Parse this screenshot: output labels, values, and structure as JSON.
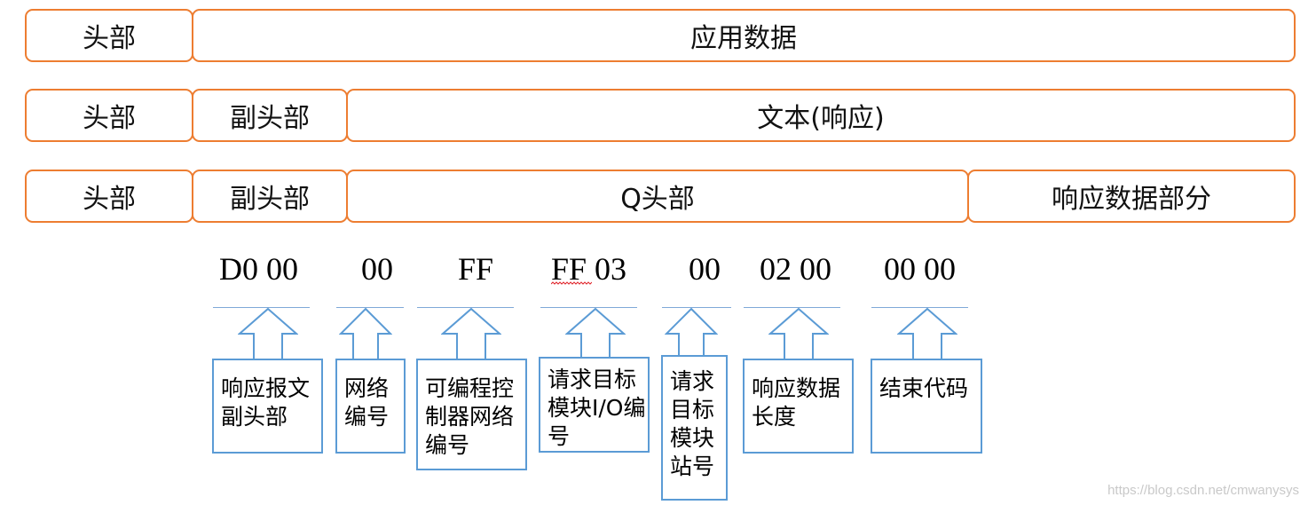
{
  "rows": [
    {
      "segments": [
        "头部",
        "应用数据"
      ]
    },
    {
      "segments": [
        "头部",
        "副头部",
        "文本(响应)"
      ]
    },
    {
      "segments": [
        "头部",
        "副头部",
        "Q头部",
        "响应数据部分"
      ]
    }
  ],
  "fields": [
    {
      "hex": "D0 00",
      "label_lines": [
        "响应报文",
        "副头部"
      ]
    },
    {
      "hex": "00",
      "label_lines": [
        "网络",
        "编号"
      ]
    },
    {
      "hex": "FF",
      "label_lines": [
        "可编程控",
        "制器网络",
        "编号"
      ]
    },
    {
      "hex": "FF 03",
      "label_lines": [
        "请求目标",
        "模块I/O编",
        "号"
      ]
    },
    {
      "hex": "00",
      "label_lines": [
        "请求",
        "目标",
        "模块",
        "站号"
      ]
    },
    {
      "hex": "02 00",
      "label_lines": [
        "响应数据",
        "长度"
      ]
    },
    {
      "hex": "00 00",
      "label_lines": [
        "结束代码"
      ]
    }
  ],
  "watermark": "https://blog.csdn.net/cmwanysys",
  "colors": {
    "segment_border": "#ED7D31",
    "label_border": "#5B9BD5",
    "arrow": "#5B9BD5"
  }
}
